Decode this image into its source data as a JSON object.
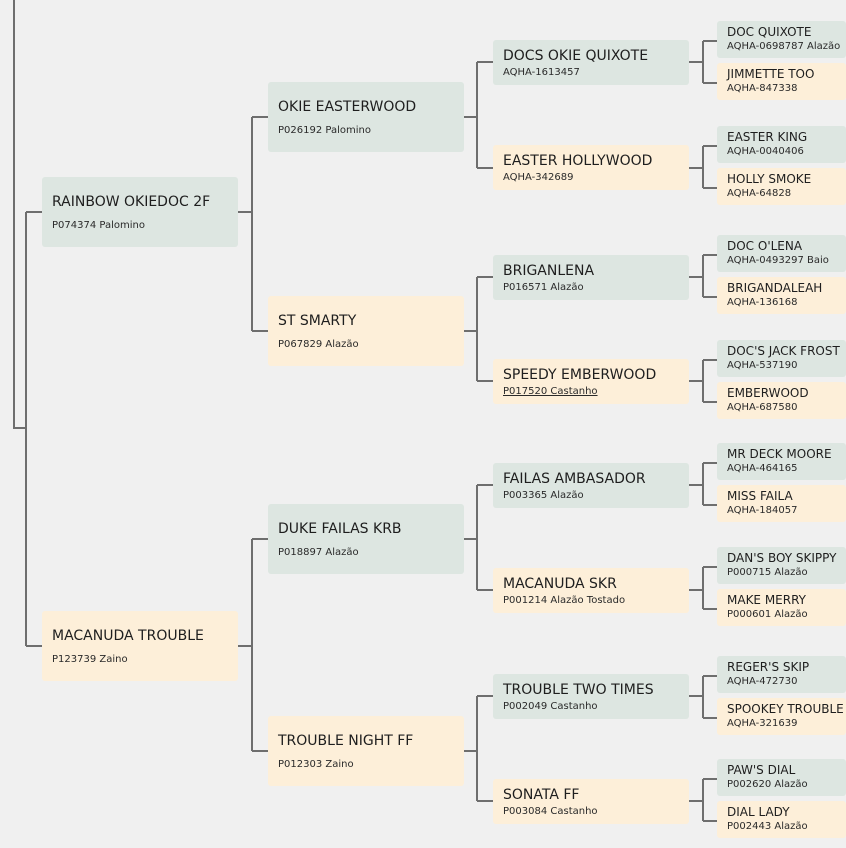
{
  "pedigree": {
    "sire": {
      "name": "RAINBOW OKIEDOC 2F",
      "info": "P074374 Palomino",
      "sire": {
        "name": "OKIE EASTERWOOD",
        "info": "P026192 Palomino",
        "sire": {
          "name": "DOCS OKIE QUIXOTE",
          "info": "AQHA-1613457",
          "sire": {
            "name": "DOC QUIXOTE",
            "info": "AQHA-0698787 Alazão"
          },
          "dam": {
            "name": "JIMMETTE TOO",
            "info": "AQHA-847338"
          }
        },
        "dam": {
          "name": "EASTER HOLLYWOOD",
          "info": "AQHA-342689",
          "sire": {
            "name": "EASTER KING",
            "info": "AQHA-0040406"
          },
          "dam": {
            "name": "HOLLY SMOKE",
            "info": "AQHA-64828"
          }
        }
      },
      "dam": {
        "name": "ST SMARTY",
        "info": "P067829 Alazão",
        "sire": {
          "name": "BRIGANLENA",
          "info": "P016571 Alazão",
          "sire": {
            "name": "DOC O'LENA",
            "info": "AQHA-0493297 Baio"
          },
          "dam": {
            "name": "BRIGANDALEAH",
            "info": "AQHA-136168"
          }
        },
        "dam": {
          "name": "SPEEDY EMBERWOOD",
          "info": "P017520 Castanho",
          "sire": {
            "name": "DOC'S JACK FROST",
            "info": "AQHA-537190"
          },
          "dam": {
            "name": "EMBERWOOD",
            "info": "AQHA-687580"
          }
        }
      }
    },
    "dam": {
      "name": "MACANUDA TROUBLE",
      "info": "P123739 Zaino",
      "sire": {
        "name": "DUKE FAILAS KRB",
        "info": "P018897 Alazão",
        "sire": {
          "name": "FAILAS AMBASADOR",
          "info": "P003365 Alazão",
          "sire": {
            "name": "MR DECK MOORE",
            "info": "AQHA-464165"
          },
          "dam": {
            "name": "MISS FAILA",
            "info": "AQHA-184057"
          }
        },
        "dam": {
          "name": "MACANUDA SKR",
          "info": "P001214 Alazão Tostado",
          "sire": {
            "name": "DAN'S BOY SKIPPY",
            "info": "P000715 Alazão"
          },
          "dam": {
            "name": "MAKE MERRY",
            "info": "P000601 Alazão"
          }
        }
      },
      "dam": {
        "name": "TROUBLE NIGHT FF",
        "info": "P012303 Zaino",
        "sire": {
          "name": "TROUBLE TWO TIMES",
          "info": "P002049 Castanho",
          "sire": {
            "name": "REGER'S SKIP",
            "info": "AQHA-472730"
          },
          "dam": {
            "name": "SPOOKEY TROUBLE",
            "info": "AQHA-321639"
          }
        },
        "dam": {
          "name": "SONATA FF",
          "info": "P003084 Castanho",
          "sire": {
            "name": "PAW'S DIAL",
            "info": "P002620 Alazão"
          },
          "dam": {
            "name": "DIAL LADY",
            "info": "P002443 Alazão"
          }
        }
      }
    }
  },
  "colors": {
    "male_box": "#dde6e1",
    "female_box": "#fdefd9",
    "connector": "#6e6e6e",
    "background": "#f0f0f0"
  }
}
